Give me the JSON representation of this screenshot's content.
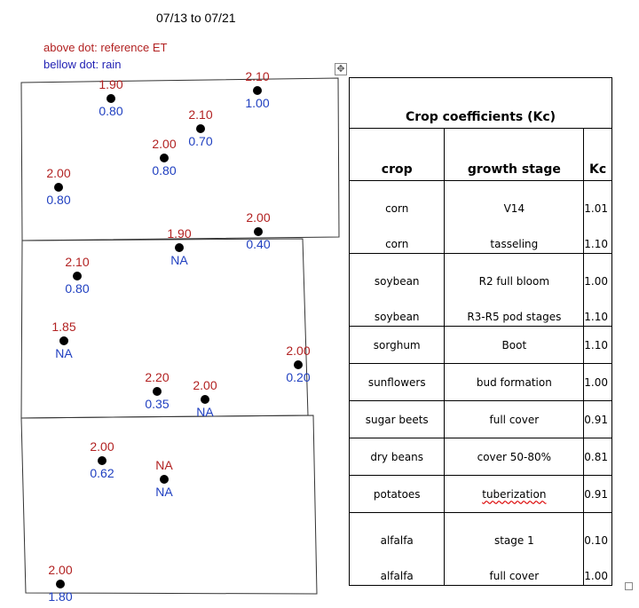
{
  "title": "07/13 to 07/21",
  "legend": {
    "et_label": "above dot: reference ET",
    "rain_label": "bellow dot: rain"
  },
  "colors": {
    "et": "#b22222",
    "rain": "#1f3fc0"
  },
  "stations": [
    {
      "et": "1.90",
      "rain": "0.80"
    },
    {
      "et": "2.10",
      "rain": "1.00"
    },
    {
      "et": "2.10",
      "rain": "0.70"
    },
    {
      "et": "2.00",
      "rain": "0.80"
    },
    {
      "et": "2.00",
      "rain": "0.80"
    },
    {
      "et": "2.00",
      "rain": "0.40"
    },
    {
      "et": "1.90",
      "rain": "NA"
    },
    {
      "et": "2.10",
      "rain": "0.80"
    },
    {
      "et": "1.85",
      "rain": "NA"
    },
    {
      "et": "2.00",
      "rain": "0.20"
    },
    {
      "et": "2.20",
      "rain": "0.35"
    },
    {
      "et": "2.00",
      "rain": "NA"
    },
    {
      "et": "2.00",
      "rain": "0.62"
    },
    {
      "et": "NA",
      "rain": "NA"
    },
    {
      "et": "2.00",
      "rain": "1.80"
    }
  ],
  "table": {
    "title": "Crop coefficients (Kc)",
    "headers": {
      "crop": "crop",
      "stage": "growth stage",
      "kc": "Kc"
    },
    "rows": [
      {
        "crop": "corn",
        "stage": "V14",
        "kc": "1.01"
      },
      {
        "crop": "corn",
        "stage": "tasseling",
        "kc": "1.10"
      },
      {
        "crop": "soybean",
        "stage": "R2 full bloom",
        "kc": "1.00"
      },
      {
        "crop": "soybean",
        "stage": "R3-R5 pod stages",
        "kc": "1.10"
      },
      {
        "crop": "sorghum",
        "stage": "Boot",
        "kc": "1.10"
      },
      {
        "crop": "sunflowers",
        "stage": "bud formation",
        "kc": "1.00"
      },
      {
        "crop": "sugar beets",
        "stage": "full cover",
        "kc": "0.91"
      },
      {
        "crop": "dry beans",
        "stage": "cover 50-80%",
        "kc": "0.81"
      },
      {
        "crop": "potatoes",
        "stage": "tuberization",
        "kc": "0.91"
      },
      {
        "crop": "alfalfa",
        "stage": "stage 1",
        "kc": "0.10"
      },
      {
        "crop": "alfalfa",
        "stage": "full cover",
        "kc": "1.00"
      }
    ]
  }
}
